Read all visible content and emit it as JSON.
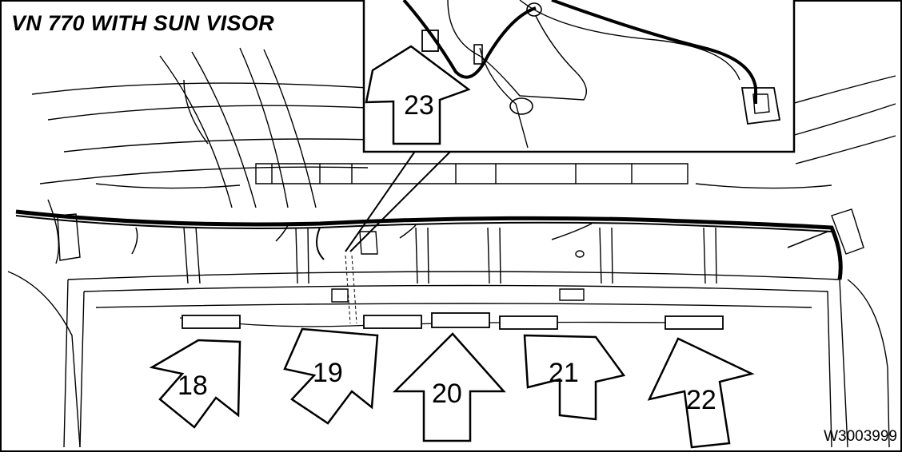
{
  "diagram": {
    "title": "VN 770 WITH SUN VISOR",
    "figure_id": "W3003999",
    "callouts": [
      "18",
      "19",
      "20",
      "21",
      "22",
      "23"
    ]
  }
}
